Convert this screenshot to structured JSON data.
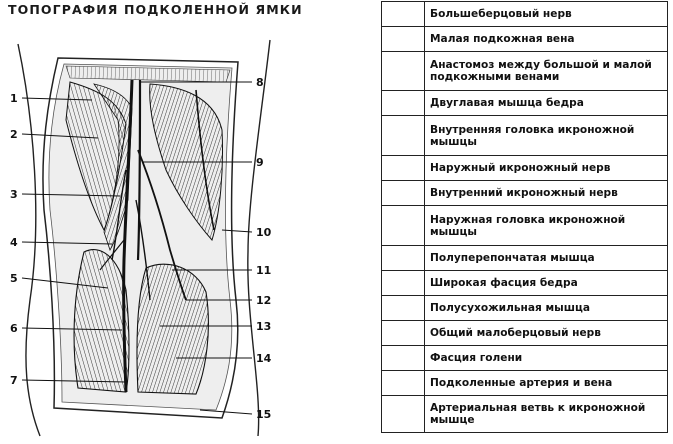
{
  "title": "ТОПОГРАФИЯ ПОДКОЛЕННОЙ ЯМКИ",
  "figure_labels": [
    "1",
    "2",
    "3",
    "4",
    "5",
    "6",
    "7",
    "8",
    "9",
    "10",
    "11",
    "12",
    "13",
    "14",
    "15"
  ],
  "legend": [
    {
      "text": "Большеберцовый нерв"
    },
    {
      "text": "Малая подкожная вена"
    },
    {
      "text": "Анастомоз между большой и малой подкожными венами"
    },
    {
      "text": "Двуглавая мышца бедра"
    },
    {
      "text": "Внутренняя головка икроножной мышцы"
    },
    {
      "text": "Наружный икроножный нерв"
    },
    {
      "text": "Внутренний икроножный нерв"
    },
    {
      "text": "Наружная головка икроножной мышцы"
    },
    {
      "text": "Полуперепончатая мышца"
    },
    {
      "text": "Широкая фасция бедра"
    },
    {
      "text": "Полусухожильная мышца"
    },
    {
      "text": "Общий малоберцовый нерв"
    },
    {
      "text": "Фасция голени"
    },
    {
      "text": "Подколенные артерия и вена"
    },
    {
      "text": "Артериальная ветвь к икроножной мышце"
    }
  ]
}
